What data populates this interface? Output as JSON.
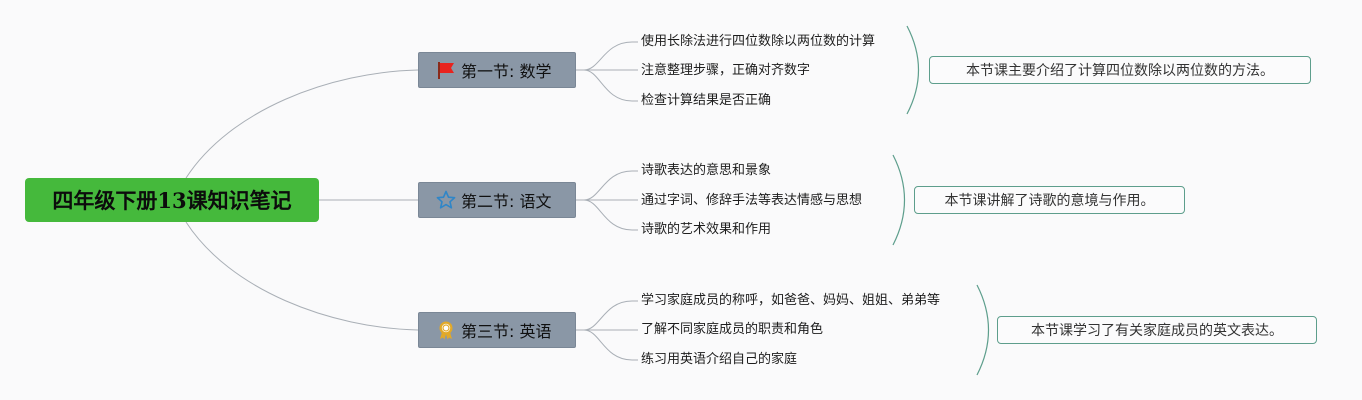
{
  "root": {
    "title": "四年级下册13课知识笔记"
  },
  "sections": [
    {
      "title": "第一节: 数学",
      "icon": "red-flag-icon",
      "icon_color": "#e8231e",
      "points": [
        "使用长除法进行四位数除以两位数的计算",
        "注意整理步骤，正确对齐数字",
        "检查计算结果是否正确"
      ],
      "summary": "本节课主要介绍了计算四位数除以两位数的方法。"
    },
    {
      "title": "第二节: 语文",
      "icon": "star-icon",
      "icon_color": "#2f86c8",
      "points": [
        "诗歌表达的意思和景象",
        "通过字词、修辞手法等表达情感与思想",
        "诗歌的艺术效果和作用"
      ],
      "summary": "本节课讲解了诗歌的意境与作用。"
    },
    {
      "title": "第三节: 英语",
      "icon": "award-ribbon-icon",
      "icon_color": "#e2a928",
      "points": [
        "学习家庭成员的称呼，如爸爸、妈妈、姐姐、弟弟等",
        "了解不同家庭成员的职责和角色",
        "练习用英语介绍自己的家庭"
      ],
      "summary": "本节课学习了有关家庭成员的英文表达。"
    }
  ],
  "colors": {
    "root_fill": "#45b93c",
    "section_fill": "#8a97a6",
    "link_stroke": "#9aa3ad",
    "bracket_stroke": "#5d9e8c"
  }
}
